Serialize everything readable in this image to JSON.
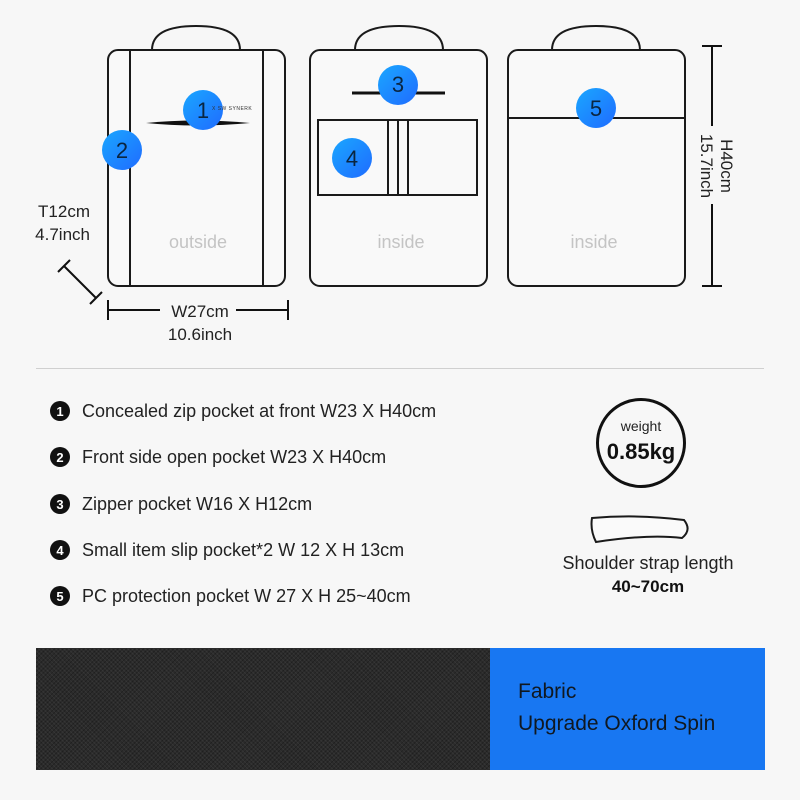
{
  "diagram": {
    "panels": [
      {
        "label": "outside"
      },
      {
        "label": "inside"
      },
      {
        "label": "inside"
      }
    ],
    "markers": [
      "1",
      "2",
      "3",
      "4",
      "5"
    ],
    "logo_text": "X SW SYNERK",
    "dimensions": {
      "thickness_cm": "T12cm",
      "thickness_in": "4.7inch",
      "width_cm": "W27cm",
      "width_in": "10.6inch",
      "height_cm": "H40cm",
      "height_in": "15.7inch"
    },
    "colors": {
      "marker_gradient_start": "#1aa7ff",
      "marker_gradient_end": "#1f7bff",
      "outline": "#1a1a1a",
      "accent": "#1877f2"
    }
  },
  "pockets": [
    {
      "num": "1",
      "text": "Concealed zip pocket at front  W23 X H40cm"
    },
    {
      "num": "2",
      "text": "Front side open pocket  W23 X H40cm"
    },
    {
      "num": "3",
      "text": "Zipper pocket  W16 X H12cm"
    },
    {
      "num": "4",
      "text": "Small item slip pocket*2  W 12 X H 13cm"
    },
    {
      "num": "5",
      "text": "PC protection pocket  W 27 X H 25~40cm"
    }
  ],
  "weight": {
    "label": "weight",
    "value": "0.85kg"
  },
  "strap": {
    "label": "Shoulder strap length",
    "value": "40~70cm"
  },
  "fabric": {
    "title": "Fabric",
    "name": "Upgrade Oxford Spin"
  }
}
